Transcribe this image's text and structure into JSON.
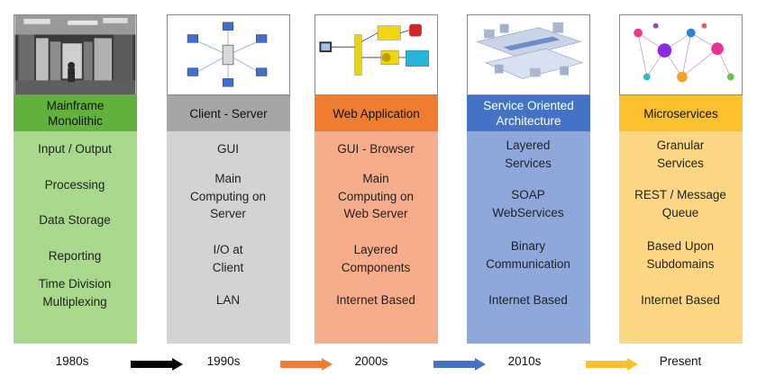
{
  "columns": [
    {
      "title": "Mainframe\nMonolithic",
      "items": [
        "Input / Output",
        "Processing",
        "Data Storage",
        "Reporting",
        "Time Division\nMultiplexing"
      ],
      "header_bg": "#63b13d",
      "header_fg": "#111111",
      "body_bg": "#a9d98c",
      "image_icon": "mainframe-photo"
    },
    {
      "title": "Client - Server",
      "items": [
        "GUI",
        "Main\nComputing on\nServer",
        "I/O at\nClient",
        "LAN"
      ],
      "header_bg": "#a6a6a6",
      "header_fg": "#111111",
      "body_bg": "#d3d3d3",
      "image_icon": "client-server-network"
    },
    {
      "title": "Web Application",
      "items": [
        "GUI - Browser",
        "Main\nComputing on\nWeb Server",
        "Layered\nComponents",
        "Internet Based"
      ],
      "header_bg": "#ef7d31",
      "header_fg": "#111111",
      "body_bg": "#f5ad8c",
      "image_icon": "web-application-diagram"
    },
    {
      "title": "Service Oriented\nArchitecture",
      "items": [
        "Layered\nServices",
        "SOAP\nWebServices",
        "Binary\nCommunication",
        "Internet Based"
      ],
      "header_bg": "#4472c4",
      "header_fg": "#ffffff",
      "body_bg": "#8fa8dc",
      "image_icon": "soa-architecture-diagram"
    },
    {
      "title": "Microservices",
      "items": [
        "Granular\nServices",
        "REST / Message\nQueue",
        "Based Upon\nSubdomains",
        "Internet Based"
      ],
      "header_bg": "#fbc02d",
      "header_fg": "#111111",
      "body_bg": "#fdd783",
      "image_icon": "microservices-graph"
    }
  ],
  "timeline": {
    "labels": [
      "1980s",
      "1990s",
      "2000s",
      "2010s",
      "Present"
    ],
    "arrow_colors": [
      "#000000",
      "#ef7d31",
      "#4472c4",
      "#fbc02d"
    ]
  }
}
